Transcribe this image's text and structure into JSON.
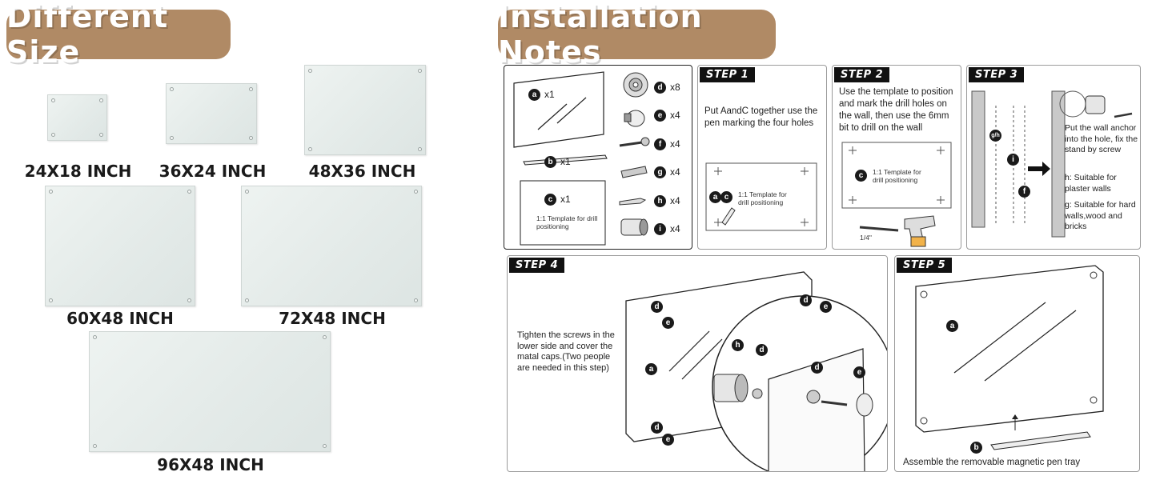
{
  "left": {
    "title": "Different Size",
    "sizes": [
      "24X18 INCH",
      "36X24 INCH",
      "48X36 INCH",
      "60X48 INCH",
      "72X48 INCH",
      "96X48 INCH"
    ]
  },
  "right": {
    "title": "Installation Notes",
    "parts": {
      "a_qty": "x1",
      "b_qty": "x1",
      "c_qty": "x1",
      "template_text": "1:1 Template for drill positioning",
      "d_qty": "x8",
      "e_qty": "x4",
      "f_qty": "x4",
      "g_qty": "x4",
      "h_qty": "x4",
      "i_qty": "x4"
    },
    "step1": {
      "tag": "STEP 1",
      "text": "Put AandC together use the pen marking the four holes",
      "template_text": "1:1 Template for drill positioning"
    },
    "step2": {
      "tag": "STEP 2",
      "text": "Use the template to position and mark the drill holes on the wall, then use the 6mm bit to drill on the wall",
      "template_text": "1:1 Template for drill positioning",
      "bit_label": "1/4\""
    },
    "step3": {
      "tag": "STEP 3",
      "text": "Put the wall anchor into the hole, fix the stand by screw",
      "note_h": "h: Suitable for plaster walls",
      "note_g": "g: Suitable for hard walls,wood and bricks",
      "label_gh": "g/h"
    },
    "step4": {
      "tag": "STEP  4",
      "text": "Tighten the screws in the lower side and cover the matal caps.(Two people are needed in this step)"
    },
    "step5": {
      "tag": "STEP  5",
      "text": "Assemble the removable magnetic pen tray"
    },
    "letters": {
      "a": "a",
      "b": "b",
      "c": "c",
      "d": "d",
      "e": "e",
      "f": "f",
      "g": "g",
      "h": "h",
      "i": "i"
    }
  },
  "colors": {
    "pill": "#b08a65",
    "board": "#e6ecea",
    "ink": "#1a1a1a"
  }
}
